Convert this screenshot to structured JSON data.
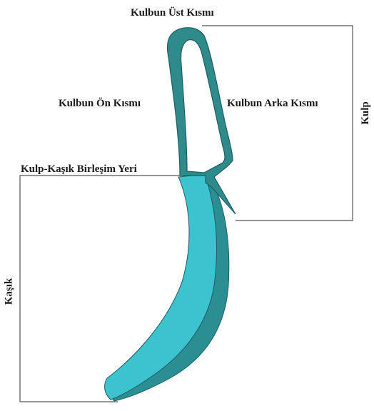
{
  "labels": {
    "top_part": "Kulbun Üst Kısmı",
    "front_part": "Kulbun Ön Kısmı",
    "back_part": "Kulbun Arka Kısmı",
    "handle": "Kulp",
    "junction": "Kulp-Kaşık Birleşim Yeri",
    "spoon": "Kaşık"
  },
  "colors": {
    "handle_fill": "#2f8a8c",
    "handle_stroke": "#1d5e60",
    "spoon_light": "#3cc3cf",
    "spoon_dark": "#2b8e92",
    "bracket": "#555555"
  }
}
